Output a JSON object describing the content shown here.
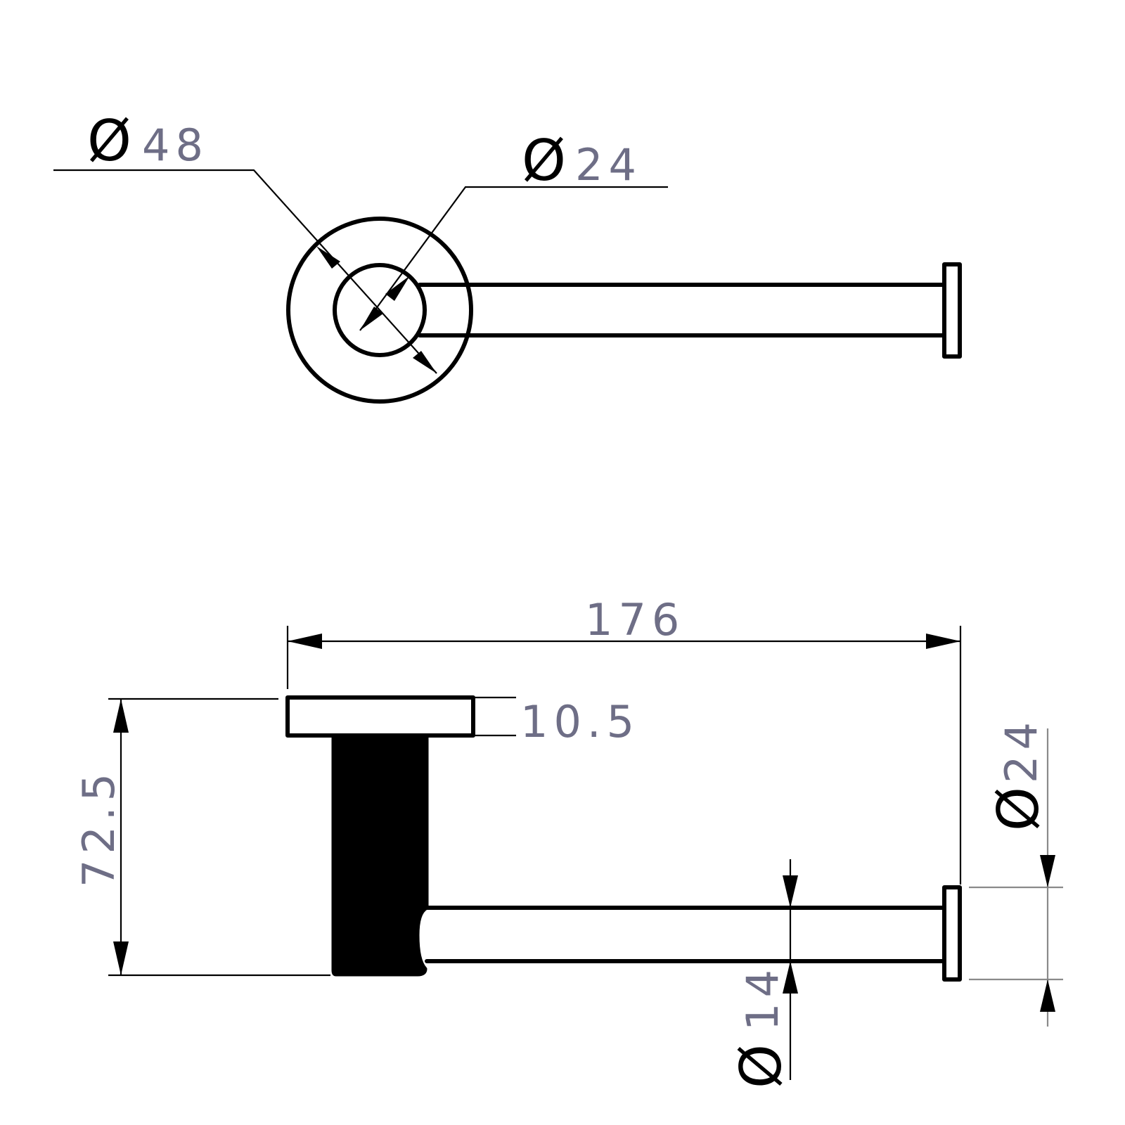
{
  "top_view": {
    "base_diameter": "48",
    "post_diameter": "24",
    "diameter_symbol": "Ø"
  },
  "side_view": {
    "overall_length": "176",
    "base_thickness": "10.5",
    "overall_height": "72.5",
    "rod_diameter": "14",
    "end_cap_diameter": "24",
    "diameter_symbol": "Ø"
  }
}
